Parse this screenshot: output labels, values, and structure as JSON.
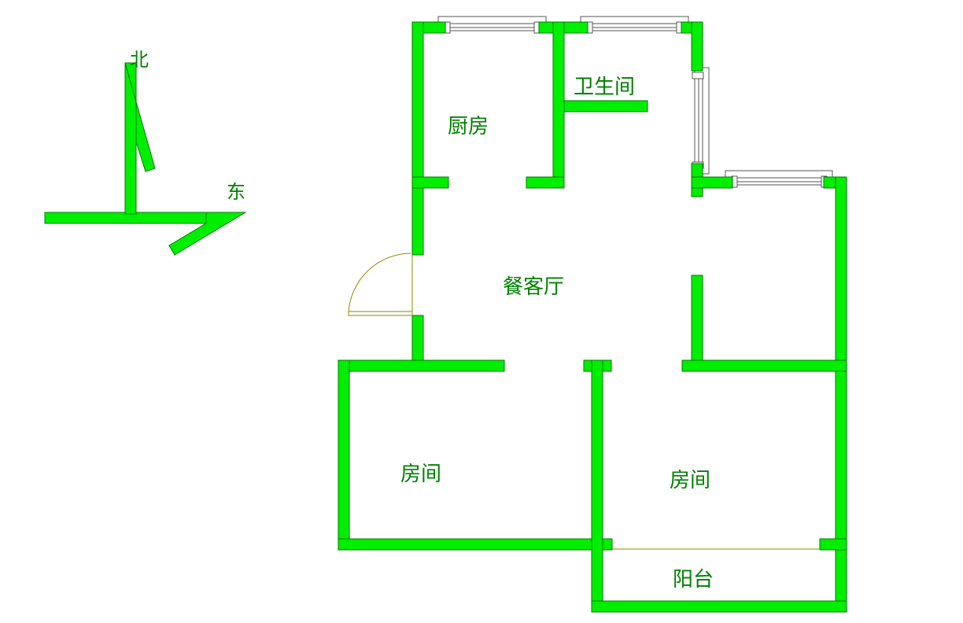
{
  "compass": {
    "north": "北",
    "east": "东"
  },
  "rooms": {
    "kitchen": "厨房",
    "bathroom": "卫生间",
    "living_dining": "餐客厅",
    "bedroom_left": "房间",
    "bedroom_right": "房间",
    "balcony": "阳台"
  },
  "colors": {
    "wall": "#00ee00",
    "label": "#008000",
    "door": "#8b8b00"
  }
}
